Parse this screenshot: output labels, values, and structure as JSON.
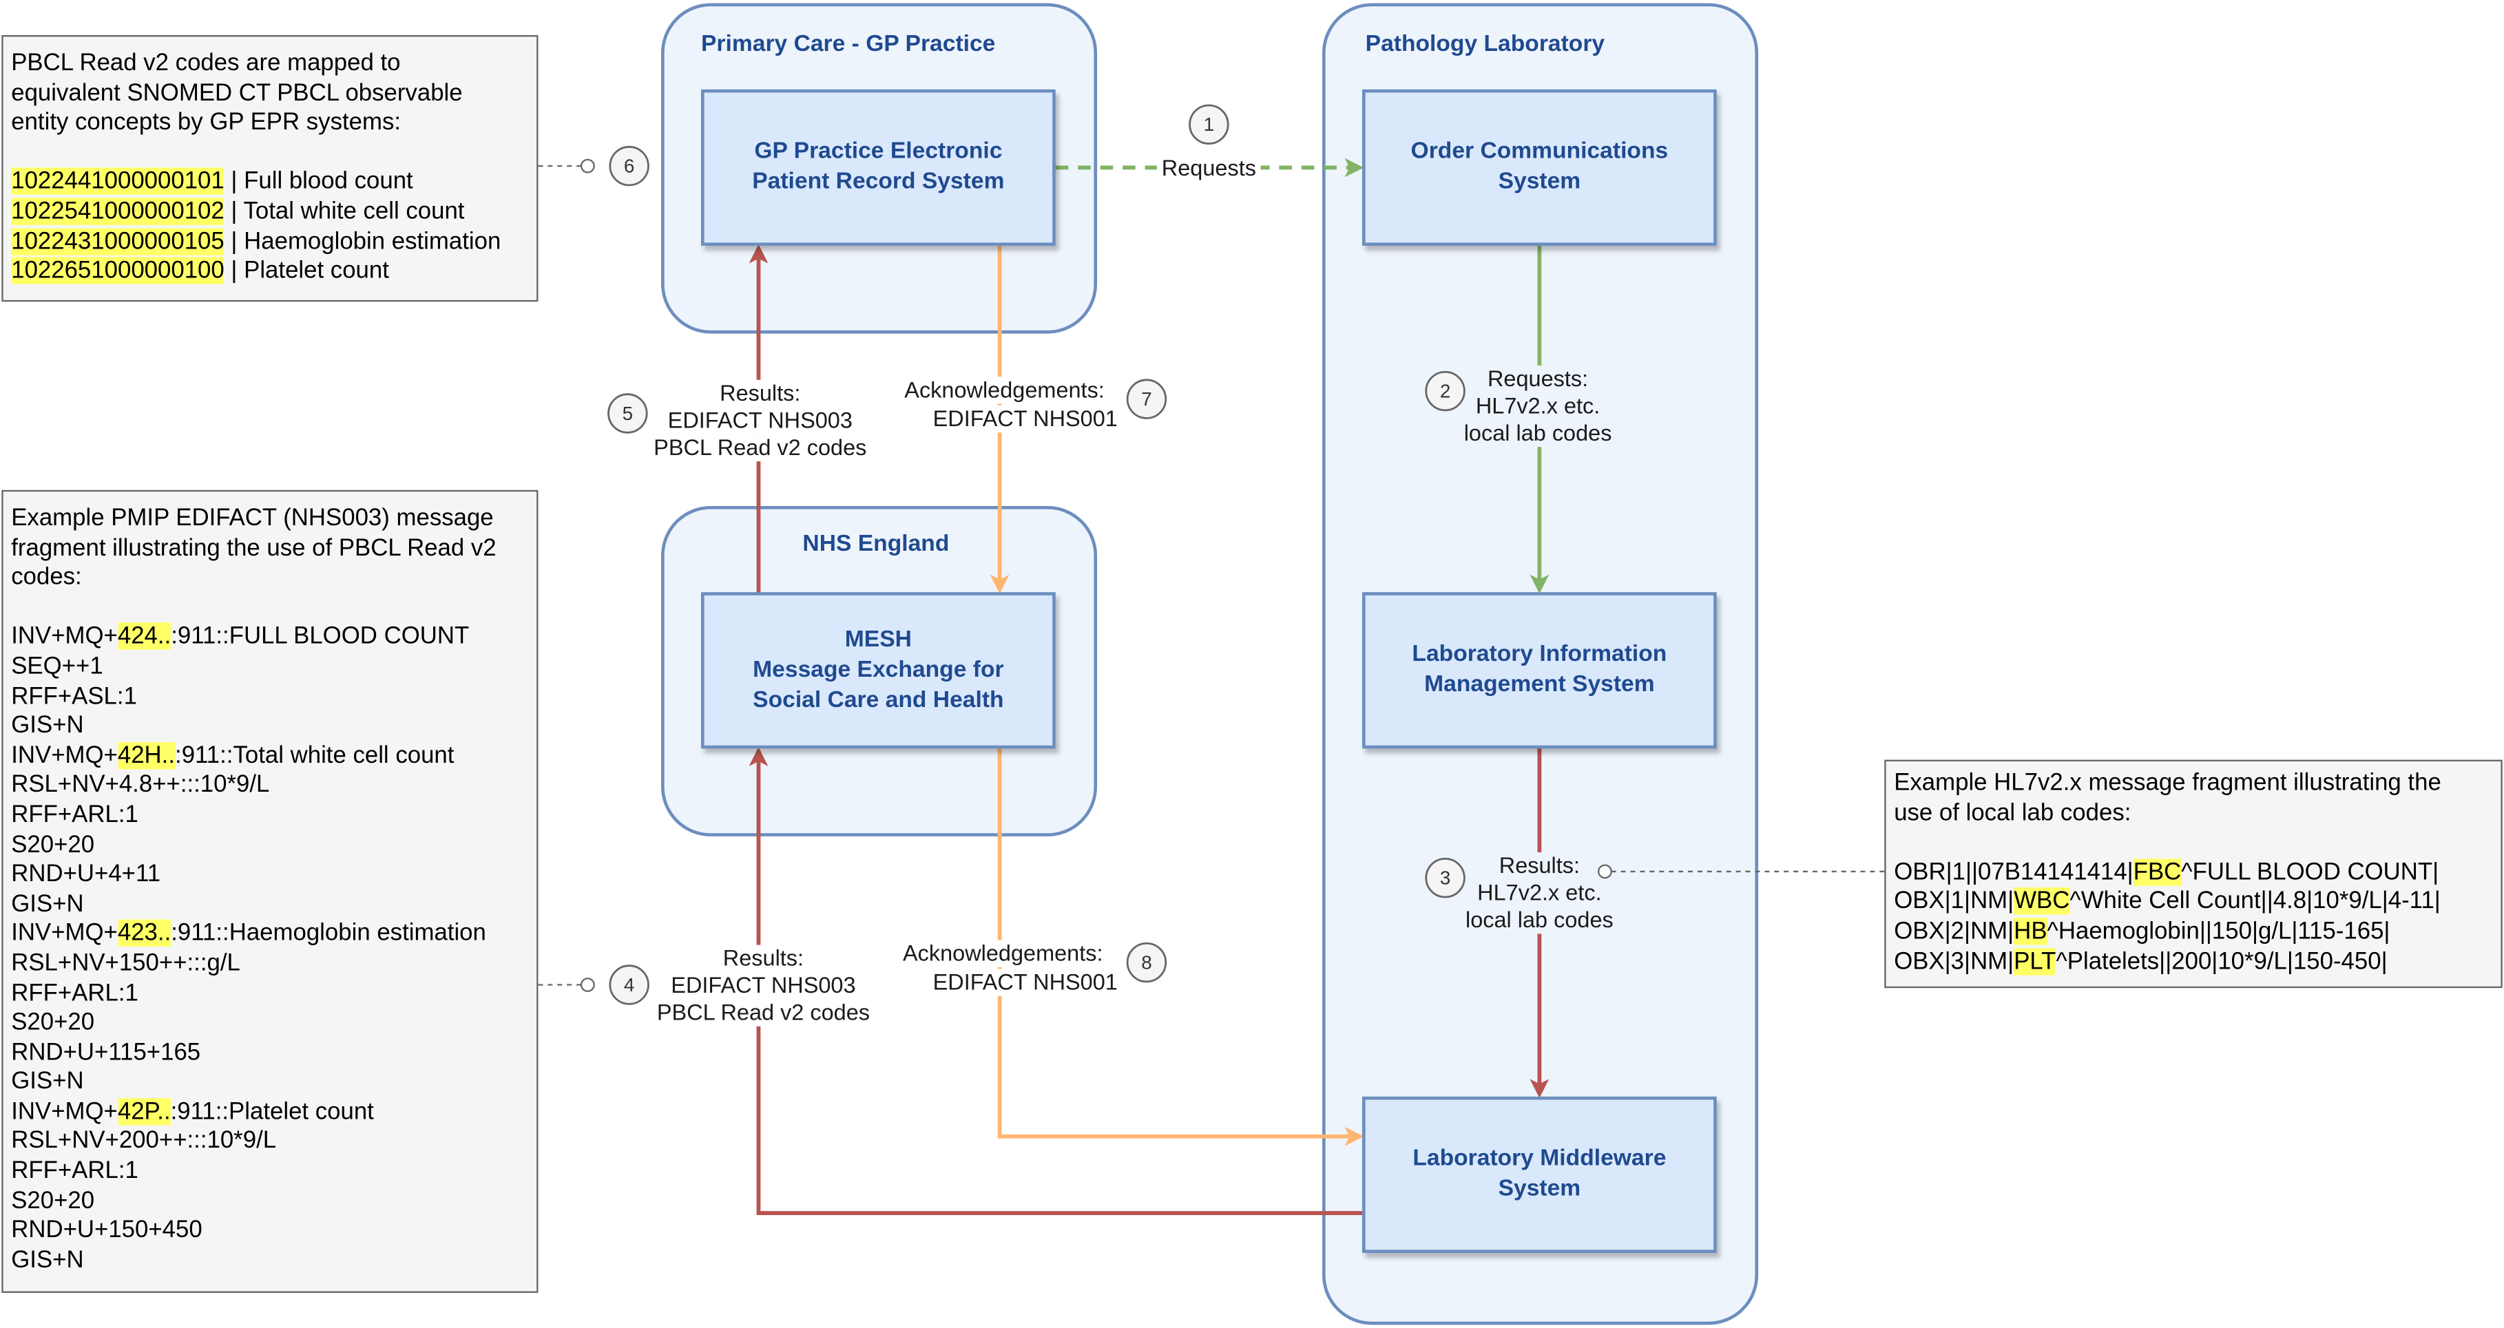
{
  "diagram": {
    "containers": {
      "primary_care": "Primary Care - GP Practice",
      "pathology_lab": "Pathology Laboratory",
      "nhs_england": "NHS England"
    },
    "systems": {
      "gp_epr": [
        "GP Practice Electronic",
        "Patient Record System"
      ],
      "order_comms": [
        "Order Communications",
        "System"
      ],
      "mesh": [
        "MESH",
        "Message Exchange for",
        "Social Care and Health"
      ],
      "lims": [
        "Laboratory Information",
        "Management System"
      ],
      "middleware": [
        "Laboratory Middleware",
        "System"
      ]
    },
    "flows": {
      "step_1": {
        "number": "1",
        "label": [
          "Requests"
        ]
      },
      "step_2": {
        "number": "2",
        "label": [
          "Requests:",
          "HL7v2.x etc.",
          "local lab codes"
        ]
      },
      "step_3": {
        "number": "3",
        "label": [
          "Results:",
          "HL7v2.x etc.",
          "local lab codes"
        ]
      },
      "step_4": {
        "number": "4",
        "label": [
          "Results:",
          "EDIFACT NHS003",
          "PBCL Read v2 codes"
        ]
      },
      "step_5": {
        "number": "5",
        "label": [
          "Results:",
          "EDIFACT NHS003",
          "PBCL Read v2 codes"
        ]
      },
      "step_6": {
        "number": "6"
      },
      "step_7": {
        "number": "7",
        "label": [
          "Acknowledgements:",
          "EDIFACT NHS001"
        ]
      },
      "step_8": {
        "number": "8",
        "label": [
          "Acknowledgements:",
          "EDIFACT NHS001"
        ]
      }
    }
  },
  "notes": {
    "snomed_mapping": {
      "intro": [
        "PBCL Read v2 codes are mapped to",
        "equivalent SNOMED CT PBCL observable",
        "entity concepts by GP EPR systems:"
      ],
      "codes": [
        {
          "code": "1022441000000101",
          "term": " | Full blood count"
        },
        {
          "code": "1022541000000102",
          "term": " | Total white cell count"
        },
        {
          "code": "1022431000000105",
          "term": " | Haemoglobin estimation"
        },
        {
          "code": "1022651000000100",
          "term": " | Platelet count"
        }
      ]
    },
    "edifact_example": {
      "intro": [
        "Example PMIP EDIFACT (NHS003) message",
        "fragment illustrating the use of PBCL Read v2",
        "codes:"
      ],
      "lines": [
        {
          "pre": "INV+MQ+",
          "hl": "424..",
          "post": ":911::FULL BLOOD COUNT"
        },
        "SEQ++1",
        "RFF+ASL:1",
        "GIS+N",
        {
          "pre": "INV+MQ+",
          "hl": "42H..",
          "post": ":911::Total white cell count"
        },
        "RSL+NV+4.8++:::10*9/L",
        "RFF+ARL:1",
        "S20+20",
        "RND+U+4+11",
        "GIS+N",
        {
          "pre": "INV+MQ+",
          "hl": "423..",
          "post": ":911::Haemoglobin estimation"
        },
        "RSL+NV+150++:::g/L",
        "RFF+ARL:1",
        "S20+20",
        "RND+U+115+165",
        "GIS+N",
        {
          "pre": "INV+MQ+",
          "hl": "42P..",
          "post": ":911::Platelet count"
        },
        "RSL+NV+200++:::10*9/L",
        "RFF+ARL:1",
        "S20+20",
        "RND+U+150+450",
        "GIS+N"
      ]
    },
    "hl7_example": {
      "intro": [
        "Example HL7v2.x message fragment illustrating the",
        "use of local lab codes:"
      ],
      "lines": [
        {
          "pre": "OBR|1||07B14141414|",
          "hl": "FBC",
          "post": "^FULL BLOOD COUNT|"
        },
        {
          "pre": "OBX|1|NM|",
          "hl": "WBC",
          "post": "^White Cell Count||4.8|10*9/L|4-11|"
        },
        {
          "pre": "OBX|2|NM|",
          "hl": "HB",
          "post": "^Haemoglobin||150|g/L|115-165|"
        },
        {
          "pre": "OBX|3|NM|",
          "hl": "PLT",
          "post": "^Platelets||200|10*9/L|150-450|"
        }
      ]
    }
  },
  "colors": {
    "container_fill": "#eef4fc",
    "container_stroke": "#6c8ebf",
    "system_fill": "#dae8fc",
    "system_stroke": "#6c8ebf",
    "title_text": "#1f4a8f",
    "request_flow": "#82b366",
    "result_flow": "#b85450",
    "ack_flow": "#ffb570",
    "highlight": "#ffff66",
    "note_fill": "#f5f5f5",
    "note_stroke": "#666666"
  }
}
